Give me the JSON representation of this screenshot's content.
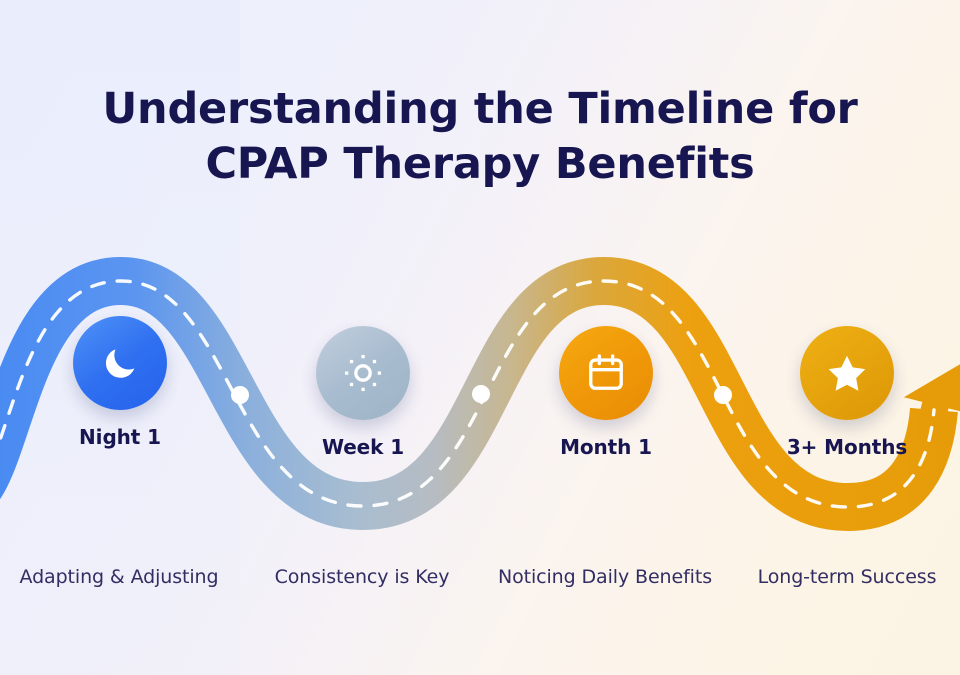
{
  "title": {
    "line1": "Understanding the Timeline for",
    "line2": "CPAP Therapy Benefits"
  },
  "colors": {
    "title_text": "#171650",
    "caption_text": "#322e63",
    "node_label_text": "#171650",
    "path_start": "#4f8df2",
    "path_mid_blue": "#9fb8d4",
    "path_mid_gray": "#b9bfc4",
    "path_end": "#e8a00b",
    "background_start": "#eceefc",
    "background_end": "#fbf3e3",
    "marker_dot": "#ffffff",
    "dash_line": "#ffffff"
  },
  "timeline": {
    "milestones": [
      {
        "id": "night-1",
        "label": "Night 1",
        "caption": "Adapting & Adjusting",
        "icon": "moon-icon",
        "circle_color": "#2f6ff0"
      },
      {
        "id": "week-1",
        "label": "Week 1",
        "caption": "Consistency is Key",
        "icon": "sun-icon",
        "circle_color": "#a8bccf"
      },
      {
        "id": "month-1",
        "label": "Month 1",
        "caption": "Noticing Daily Benefits",
        "icon": "calendar-icon",
        "circle_color": "#ef9708"
      },
      {
        "id": "three-plus-months",
        "label": "3+ Months",
        "caption": "Long-term Success",
        "icon": "star-icon",
        "circle_color": "#e5a20c"
      }
    ],
    "marker_dots": 3,
    "direction_arrow": "arrow-up-right"
  }
}
